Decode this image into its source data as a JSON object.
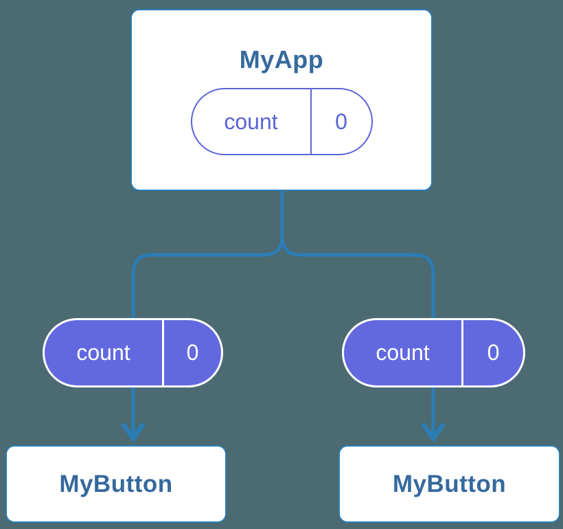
{
  "theme": {
    "background": "#4b6a71",
    "line_color": "#2b7db4",
    "node_bg": "#ffffff",
    "node_border": "#2b7db4",
    "node_title_color": "#35699d",
    "pill_outline_color": "#5b63d8",
    "pill_fill_color": "#6269df",
    "pill_fill_text": "#ffffff"
  },
  "diagram": {
    "root": {
      "title": "MyApp",
      "state": {
        "label": "count",
        "value": "0"
      }
    },
    "children": [
      {
        "title": "MyButton",
        "prop": {
          "label": "count",
          "value": "0"
        }
      },
      {
        "title": "MyButton",
        "prop": {
          "label": "count",
          "value": "0"
        }
      }
    ]
  }
}
